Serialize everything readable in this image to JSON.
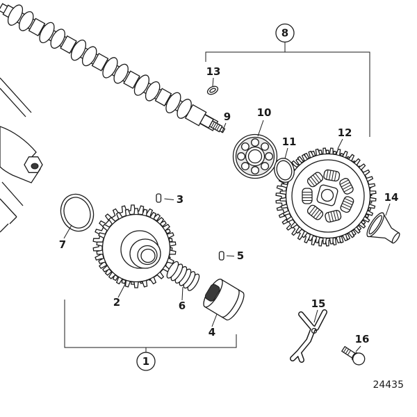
{
  "diagram": {
    "number": "24435",
    "callouts": {
      "c1": "1",
      "c2": "2",
      "c3": "3",
      "c4": "4",
      "c5": "5",
      "c6": "6",
      "c7": "7",
      "c8": "8",
      "c9": "9",
      "c10": "10",
      "c11": "11",
      "c12": "12",
      "c13": "13",
      "c14": "14",
      "c15": "15",
      "c16": "16"
    },
    "colors": {
      "line": "#1a1a1a",
      "background": "#ffffff"
    }
  }
}
